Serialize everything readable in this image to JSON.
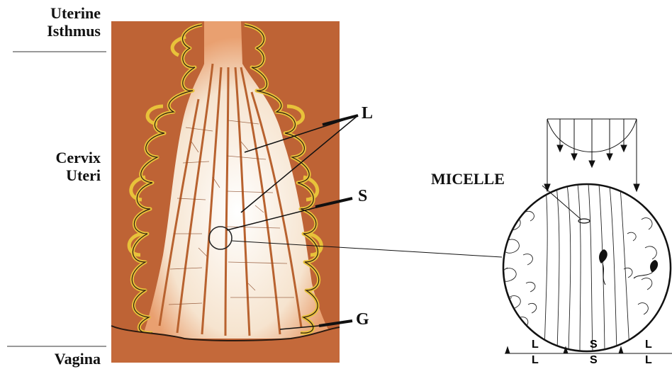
{
  "labels": {
    "uterine_line1": "Uterine",
    "uterine_line2": "Isthmus",
    "cervix_line1": "Cervix",
    "cervix_line2": "Uteri",
    "vagina": "Vagina",
    "L": "L",
    "S": "S",
    "G": "G",
    "micelle": "MICELLE"
  },
  "scale": {
    "top": [
      "L",
      "S",
      "L"
    ],
    "bottom": [
      "L",
      "S",
      "L"
    ]
  },
  "colors": {
    "tissue": "#c4693a",
    "tissue_dark": "#a9522c",
    "crypt_outline": "#e8c23a",
    "mucus": "#f8ead8",
    "ink": "#111111"
  }
}
